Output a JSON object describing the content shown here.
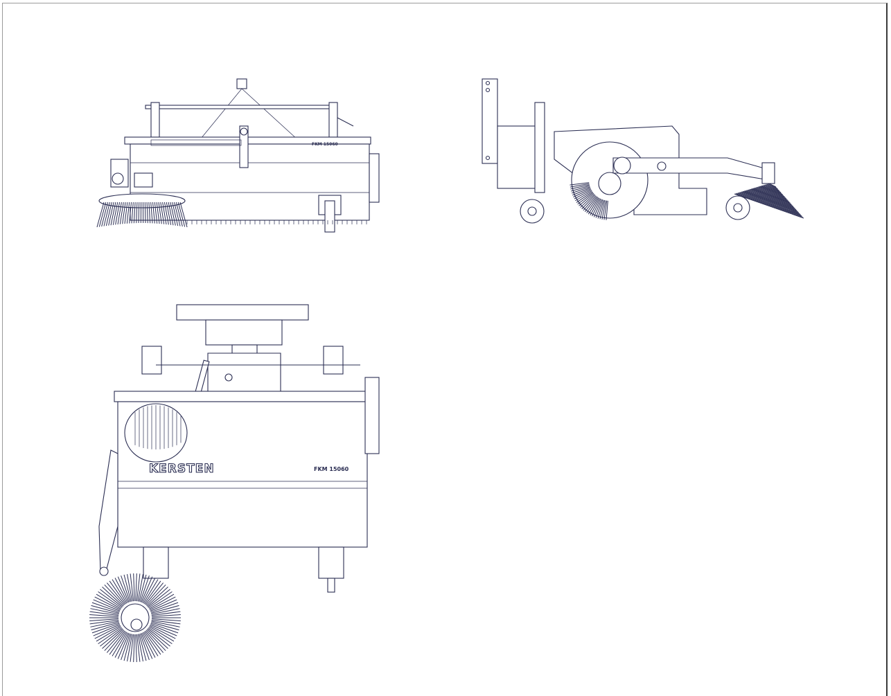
{
  "drawing": {
    "brand": "KERSTEN",
    "model": "FKM 15060",
    "line_color": "#2a2d52",
    "views": [
      {
        "id": "front",
        "label": ""
      },
      {
        "id": "side",
        "label": ""
      },
      {
        "id": "top",
        "label": ""
      }
    ]
  }
}
